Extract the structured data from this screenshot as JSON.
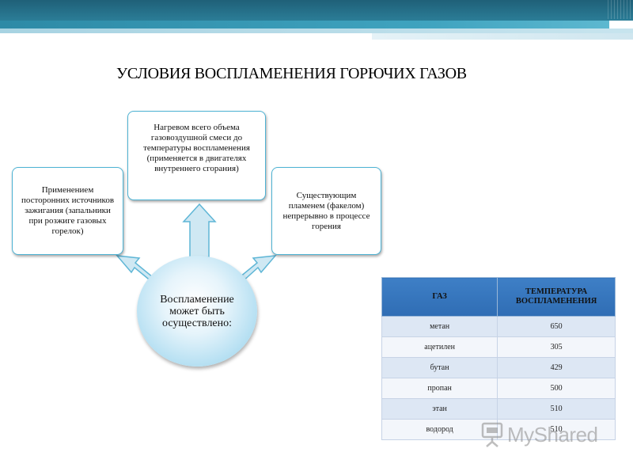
{
  "title": "УСЛОВИЯ ВОСПЛАМЕНЕНИЯ ГОРЮЧИХ ГАЗОВ",
  "diagram": {
    "center": "Воспламенение может быть осуществлено:",
    "boxes": {
      "left": "Применением посторонних источников зажигания (запальники при розжиге газовых горелок)",
      "top": "Нагревом всего объема газовоздушной смеси до температуры воспламенения (применяется в двигателях внутреннего сгорания)",
      "right": "Существующим пламенем (факелом) непрерывно в процессе горения"
    }
  },
  "table": {
    "headers": [
      "ГАЗ",
      "ТЕМПЕРАТУРА ВОСПЛАМЕНЕНИЯ"
    ],
    "rows": [
      [
        "метан",
        "650"
      ],
      [
        "ацетилен",
        "305"
      ],
      [
        "бутан",
        "429"
      ],
      [
        "пропан",
        "500"
      ],
      [
        "этан",
        "510"
      ],
      [
        "водород",
        "510"
      ]
    ]
  },
  "watermark": "MyShared",
  "colors": {
    "header_dark": "#1f6078",
    "box_border": "#4eb3d4",
    "arrow_fill": "#cfe8f3",
    "table_header": "#2f6db4"
  }
}
